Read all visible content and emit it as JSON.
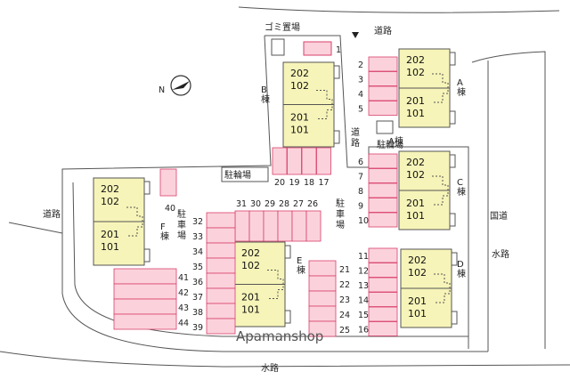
{
  "labels": {
    "gomi": "ゴミ置場",
    "road_top": "道路",
    "road_mid": "道路",
    "road_left": "道路",
    "national_road": "国道",
    "waterway_right": "水路",
    "waterway_bottom": "水路",
    "bike_parking_1": "駐輪場",
    "bike_parking_2": "駐輪場",
    "parking_left": "駐車場",
    "parking_mid": "駐車場",
    "gomi_num": "1",
    "watermark": "Apamanshop"
  },
  "buildings": [
    {
      "id": "A",
      "name": "A棟",
      "tag": "A棟",
      "units": [
        "202",
        "102",
        "201",
        "101"
      ]
    },
    {
      "id": "B",
      "name": "B棟",
      "units": [
        "202",
        "102",
        "201",
        "101"
      ]
    },
    {
      "id": "C",
      "name": "C棟",
      "units": [
        "202",
        "102",
        "201",
        "101"
      ]
    },
    {
      "id": "D",
      "name": "D棟",
      "units": [
        "202",
        "102",
        "201",
        "101"
      ]
    },
    {
      "id": "E",
      "name": "E棟",
      "units": [
        "202",
        "102",
        "201",
        "101"
      ]
    },
    {
      "id": "F",
      "name": "F棟",
      "units": [
        "202",
        "102",
        "201",
        "101"
      ]
    }
  ],
  "parking": {
    "col_right": [
      "2",
      "3",
      "4",
      "5",
      "6",
      "7",
      "8",
      "9",
      "10",
      "11",
      "12",
      "13",
      "14",
      "15",
      "16"
    ],
    "row_top_mid": [
      "20",
      "19",
      "18",
      "17"
    ],
    "row_center": [
      "31",
      "30",
      "29",
      "28",
      "27",
      "26"
    ],
    "col_center_left": [
      "32",
      "33",
      "34",
      "35",
      "36",
      "37",
      "38",
      "39"
    ],
    "col_center_right": [
      "21",
      "22",
      "23",
      "24",
      "25"
    ],
    "left_rows": [
      "41",
      "42",
      "43",
      "44"
    ],
    "single_left": "40"
  },
  "colors": {
    "building": "#f6f4b8",
    "parking_fill": "#fbd2dc",
    "parking_stroke": "#d9406a",
    "line": "#555555"
  }
}
